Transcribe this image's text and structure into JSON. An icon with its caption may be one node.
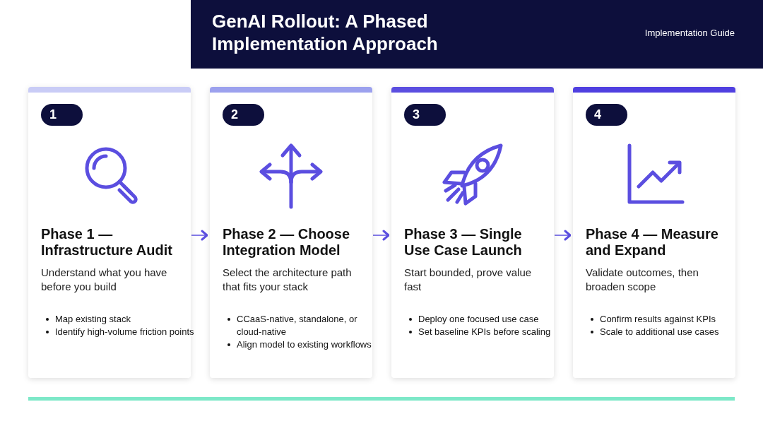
{
  "diagram": {
    "title": "GenAI Rollout: A Phased Implementation Approach",
    "nodes": [
      {
        "text": [
          "1",
          "Phase 1 — Infrastructure Audit",
          "Understand what you have before you build",
          "Map existing stack",
          "Identify high-volume friction points"
        ]
      },
      {
        "text": [
          "2",
          "Phase 2 — Choose Integration Model",
          "Select the architecture path that fits your stack",
          "CCaaS-native, standalone, or cloud-native",
          "Align model to existing workflows"
        ]
      },
      {
        "text": [
          "3",
          "Phase 3 — Single Use Case Launch",
          "Start bounded, prove value fast",
          "Deploy one focused use case",
          "Set baseline KPIs before scaling"
        ]
      },
      {
        "text": [
          "4",
          "Phase 4 — Measure and Expand",
          "Validate outcomes, then broaden scope",
          "Confirm results against KPIs",
          "Scale to additional use cases"
        ]
      }
    ],
    "edges": [
      {
        "from": 0,
        "to": 1,
        "arrow": "to"
      },
      {
        "from": 1,
        "to": 2,
        "arrow": "to"
      },
      {
        "from": 2,
        "to": 3,
        "arrow": "to"
      }
    ],
    "labels": [
      "Implementation Guide"
    ]
  }
}
